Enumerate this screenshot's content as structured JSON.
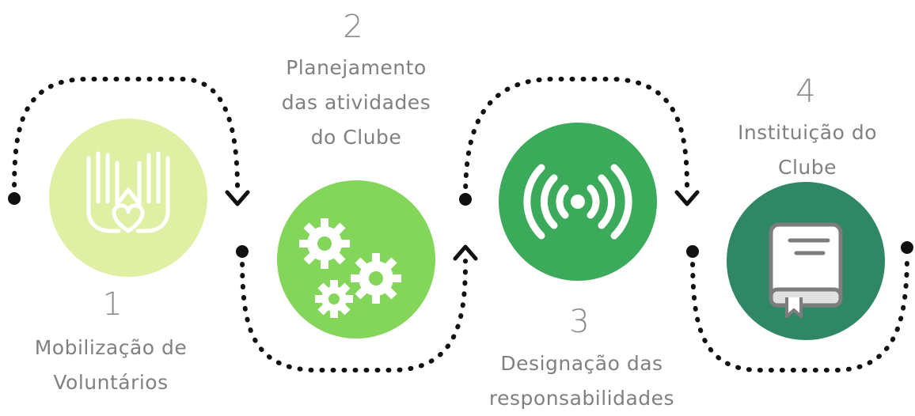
{
  "colors": {
    "step1": "#dff0a4",
    "step2": "#84d65a",
    "step3": "#3caa5b",
    "step4": "#2f8766",
    "connector": "#111111",
    "text": "#808080"
  },
  "steps": [
    {
      "number": "1",
      "lines": [
        "Mobilização de",
        "Voluntários"
      ],
      "icon": "hands-heart-icon"
    },
    {
      "number": "2",
      "lines": [
        "Planejamento",
        "das atividades",
        "do Clube"
      ],
      "icon": "gears-icon"
    },
    {
      "number": "3",
      "lines": [
        "Designação das",
        "responsabilidades"
      ],
      "icon": "signal-broadcast-icon"
    },
    {
      "number": "4",
      "lines": [
        "Instituição do",
        "Clube"
      ],
      "icon": "book-icon"
    }
  ]
}
